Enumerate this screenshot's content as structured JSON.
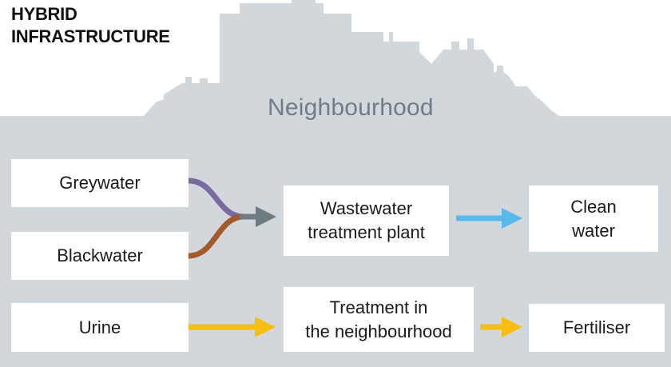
{
  "title": {
    "line1": "HYBRID",
    "line2": "INFRASTRUCTURE"
  },
  "area_label": "Neighbourhood",
  "colors": {
    "background": "#d2d7db",
    "neighbourhood_text": "#6e7d86",
    "greywater_pipe": "#7b6aa0",
    "blackwater_pipe": "#a4592a",
    "merged_arrow": "#6f7b80",
    "clean_water_arrow": "#59b9ea",
    "urine_arrow": "#f6bd12"
  },
  "nodes": {
    "greywater": "Greywater",
    "blackwater": "Blackwater",
    "urine": "Urine",
    "wastewater_plant": {
      "line1": "Wastewater",
      "line2": "treatment plant"
    },
    "clean_water": {
      "line1": "Clean",
      "line2": "water"
    },
    "neighbourhood_treatment": {
      "line1": "Treatment in",
      "line2": "the neighbourhood"
    },
    "fertiliser": "Fertiliser"
  },
  "flows": [
    {
      "from": "Greywater",
      "to": "Wastewater treatment plant",
      "color": "greywater_pipe"
    },
    {
      "from": "Blackwater",
      "to": "Wastewater treatment plant",
      "color": "blackwater_pipe"
    },
    {
      "from": "Wastewater treatment plant",
      "to": "Clean water",
      "color": "clean_water_arrow"
    },
    {
      "from": "Urine",
      "to": "Treatment in the neighbourhood",
      "color": "urine_arrow"
    },
    {
      "from": "Treatment in the neighbourhood",
      "to": "Fertiliser",
      "color": "urine_arrow"
    }
  ]
}
